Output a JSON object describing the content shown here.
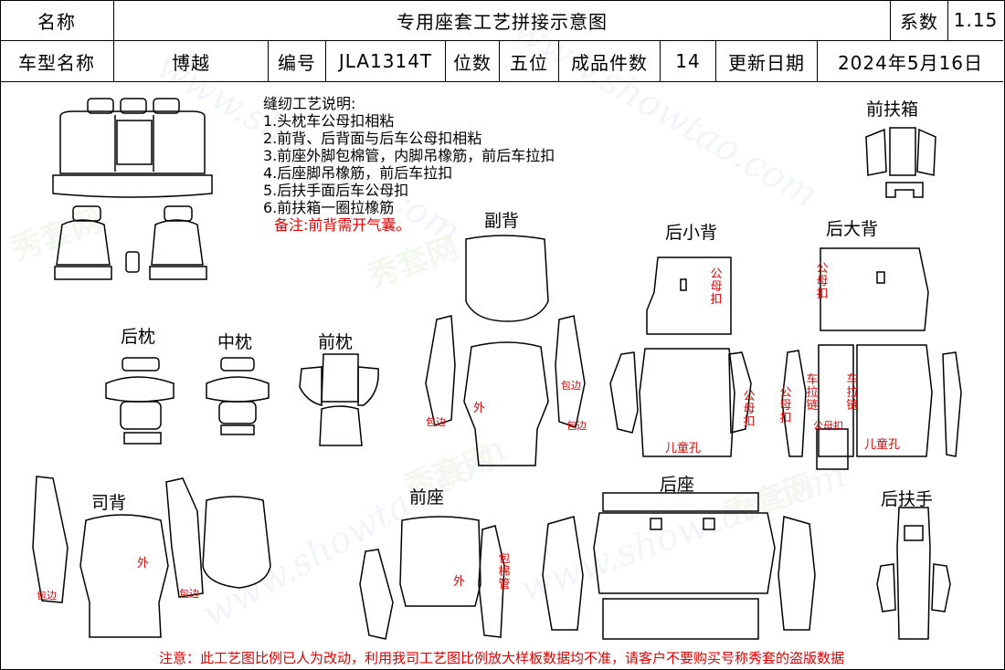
{
  "header": {
    "row1": {
      "name_label": "名称",
      "doc_title": "专用座套工艺拼接示意图",
      "coef_label": "系数",
      "coef_value": "1.15"
    },
    "row2": {
      "model_label": "车型名称",
      "model_value": "博越",
      "code_label": "编号",
      "code_value": "JLA1314T",
      "seats_label": "位数",
      "seats_value": "五位",
      "pieces_label": "成品件数",
      "pieces_value": "14",
      "date_label": "更新日期",
      "date_value": "2024年5月16日"
    }
  },
  "notes": {
    "title": "缝纫工艺说明:",
    "items": [
      "1.头枕车公母扣相粘",
      "2.前背、后背面与后车公母扣相粘",
      "3.前座外脚包棉管，内脚吊橡筋，前后车拉扣",
      "4.后座脚吊橡筋，前后车拉扣",
      "5.后扶手面后车公母扣",
      "6.前扶箱一圈拉橡筋"
    ],
    "remark": "备注:前背需开气囊。"
  },
  "sections": {
    "front_console": "前扶箱",
    "passenger_back": "副背",
    "rear_small_back": "后小背",
    "rear_big_back": "后大背",
    "rear_headrest": "后枕",
    "middle_headrest": "中枕",
    "front_headrest": "前枕",
    "driver_back": "司背",
    "front_seat": "前座",
    "rear_seat": "后座",
    "rear_armrest": "后扶手"
  },
  "annotations": {
    "outer": "外",
    "edge_wrap": "包边",
    "male_female_buckle": "公母扣",
    "child_hole": "儿童孔",
    "pull_chain": "车拉链",
    "cotton_tube": "包棉管"
  },
  "watermark": {
    "url": "www.showtao.com",
    "brand": "秀套网"
  },
  "footer": "注意：此工艺图比例已人为改动，利用我司工艺图比例放大样板数据均不准，请客户不要购买号称秀套的盗版数据"
}
